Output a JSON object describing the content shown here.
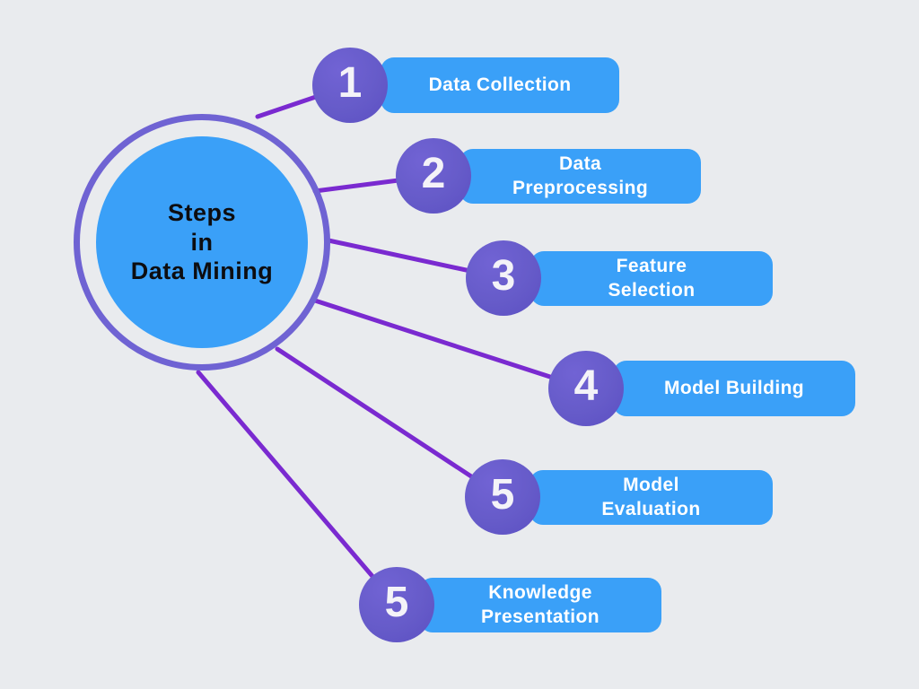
{
  "diagram": {
    "title": "Steps\nin\nData Mining",
    "steps": [
      {
        "number": "1",
        "label": "Data Collection"
      },
      {
        "number": "2",
        "label": "Data\nPreprocessing"
      },
      {
        "number": "3",
        "label": "Feature\nSelection"
      },
      {
        "number": "4",
        "label": "Model Building"
      },
      {
        "number": "5",
        "label": "Model\nEvaluation"
      },
      {
        "number": "5",
        "label": "Knowledge\nPresentation"
      }
    ],
    "colors": {
      "background": "#e9ebee",
      "topic_fill": "#3aa0f8",
      "topic_ring": "#6f63d3",
      "bar_fill": "#3aa0f8",
      "badge_fill": "#665bc9",
      "connector": "#7a2ad0",
      "title_text": "#0d0d10",
      "bar_text": "#ffffff",
      "badge_text": "#f4f3f8"
    }
  }
}
